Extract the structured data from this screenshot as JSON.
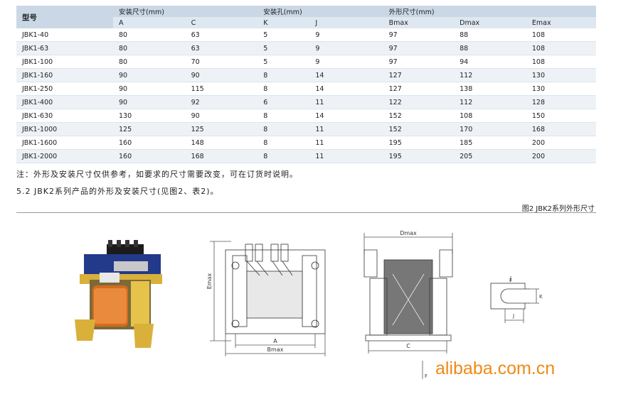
{
  "table": {
    "header_groups": [
      "型号",
      "安装尺寸(mm)",
      "安装孔(mm)",
      "外形尺寸(mm)"
    ],
    "columns": [
      "A",
      "C",
      "K",
      "J",
      "Bmax",
      "Dmax",
      "Emax"
    ],
    "rows": [
      [
        "JBK1-40",
        "80",
        "63",
        "5",
        "9",
        "97",
        "88",
        "108"
      ],
      [
        "JBK1-63",
        "80",
        "63",
        "5",
        "9",
        "97",
        "88",
        "108"
      ],
      [
        "JBK1-100",
        "80",
        "70",
        "5",
        "9",
        "97",
        "94",
        "108"
      ],
      [
        "JBK1-160",
        "90",
        "90",
        "8",
        "14",
        "127",
        "112",
        "130"
      ],
      [
        "JBK1-250",
        "90",
        "115",
        "8",
        "14",
        "127",
        "138",
        "130"
      ],
      [
        "JBK1-400",
        "90",
        "92",
        "6",
        "11",
        "122",
        "112",
        "128"
      ],
      [
        "JBK1-630",
        "130",
        "90",
        "8",
        "14",
        "152",
        "108",
        "150"
      ],
      [
        "JBK1-1000",
        "125",
        "125",
        "8",
        "11",
        "152",
        "170",
        "168"
      ],
      [
        "JBK1-1600",
        "160",
        "148",
        "8",
        "11",
        "195",
        "185",
        "200"
      ],
      [
        "JBK1-2000",
        "160",
        "168",
        "8",
        "11",
        "195",
        "205",
        "200"
      ]
    ]
  },
  "note": "注：外形及安装尺寸仅供参考，如要求的尺寸需要改变，可在订货时说明。",
  "section": "5.2 JBK2系列产品的外形及安装尺寸(见图2、表2)。",
  "figure_title": "图2 JBK2系列外形尺寸",
  "drawing_labels": {
    "emax": "Emax",
    "a": "A",
    "bmax": "Bmax",
    "dmax": "Dmax",
    "c": "C",
    "f": "F",
    "k": "K",
    "j": "J",
    "f2": "F"
  },
  "watermark": "alibaba.com.cn",
  "colors": {
    "header": "#cad8e6",
    "subheader": "#dfe8f1",
    "row_alt": "#eef2f7",
    "brand": "#f08a16"
  }
}
